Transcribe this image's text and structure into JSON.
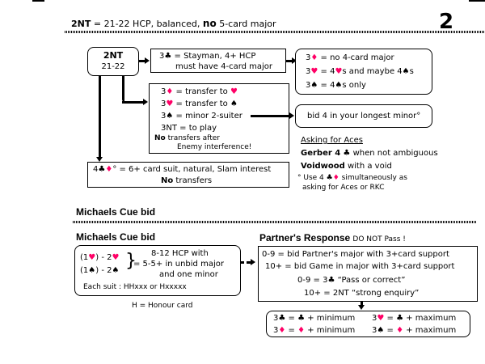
{
  "page_number": "2",
  "section1": {
    "title_bid": "2NT",
    "title_rest": " = 21-22 HCP, balanced, ",
    "title_no": "no",
    "title_end": " 5-card major",
    "opener_box": {
      "line1": "2NT",
      "line2": "21-22"
    },
    "stayman_box": {
      "bid": "3",
      "suit": "♣",
      "line1": " = Stayman, 4+ HCP",
      "line2": "must have 4-card major"
    },
    "stayman_replies": [
      {
        "bid": "3",
        "suit": "♦",
        "suit_color": "red",
        "text": " = no 4-card major"
      },
      {
        "bid": "3",
        "suit": "♥",
        "suit_color": "red",
        "text": " = 4",
        "suit2": "♥",
        "text2": "s and maybe 4",
        "suit3": "♠",
        "text3": "s"
      },
      {
        "bid": "3",
        "suit": "♠",
        "suit_color": "black",
        "text": " = 4",
        "suit2": "♠",
        "text2": "s only"
      }
    ],
    "transfer_box": {
      "rows": [
        {
          "bid": "3",
          "suit": "♦",
          "text": " = transfer to ",
          "target": "♥"
        },
        {
          "bid": "3",
          "suit": "♥",
          "text": " = transfer to ",
          "target": "♠"
        },
        {
          "bid": "3",
          "suit": "♠",
          "text": " = minor 2-suiter"
        },
        {
          "bid": "3NT",
          "text": " = to play"
        }
      ],
      "note_bold": "No",
      "note_line1": " transfers after",
      "note_line2": "Enemy interference!"
    },
    "minor_box": {
      "text": "bid 4 in your longest minor°"
    },
    "aces": {
      "heading": "Asking for Aces",
      "gerber_label": "Gerber 4",
      "gerber_suit": "♣",
      "gerber_text": " when not ambiguous",
      "voidwood_label": "Voidwood",
      "voidwood_text": " with a void",
      "footnote_prefix": "° Use 4",
      "footnote_suit1": "♣",
      "footnote_suit2": "♦",
      "footnote_line1": " simultaneously as",
      "footnote_line2": "asking for Aces or RKC"
    },
    "slam_box": {
      "prefix": "4",
      "suit1": "♣",
      "suit2": "♦",
      "line1": "° = 6+ card suit, natural, Slam interest",
      "line2_bold": "No",
      "line2": " transfers"
    }
  },
  "section2": {
    "title": "Michaels Cue bid",
    "left_title": "Michaels Cue bid",
    "right_title": "Partner's Response",
    "right_subtitle": "DO NOT Pass !",
    "cue_box": {
      "row1_a": "(1",
      "row1_suit": "♥",
      "row1_b": ") - 2",
      "row2_a": "(1",
      "row2_suit": "♠",
      "row2_b": ") - 2",
      "desc1": "8-12 HCP  with",
      "desc2": "= 5-5+ in unbid major",
      "desc3": "and one minor",
      "each_suit": "Each suit :  HHxxx  or  Hxxxxx"
    },
    "honour_note": "H = Honour card",
    "response_box": {
      "line1": "0-9 = bid Partner's major with 3+card support",
      "line2": "10+ = bid Game in major with 3+card support",
      "line3_a": "0-9 = 3",
      "line3_suit": "♣",
      "line3_b": "  “Pass or correct”",
      "line4": "10+ =  2NT “strong enquiry”"
    },
    "rebid_box": [
      {
        "bid": "3",
        "suit": "♣",
        "suit_color": "black",
        "eq_suit": "♣",
        "eq_color": "black",
        "text": " + minimum"
      },
      {
        "bid": "3",
        "suit": "♥",
        "suit_color": "red",
        "eq_suit": "♣",
        "eq_color": "black",
        "text": " + maximum"
      },
      {
        "bid": "3",
        "suit": "♦",
        "suit_color": "red",
        "eq_suit": "♦",
        "eq_color": "red",
        "text": " + minimum"
      },
      {
        "bid": "3",
        "suit": "♠",
        "suit_color": "black",
        "eq_suit": "♦",
        "eq_color": "red",
        "text": " + maximum"
      }
    ]
  }
}
